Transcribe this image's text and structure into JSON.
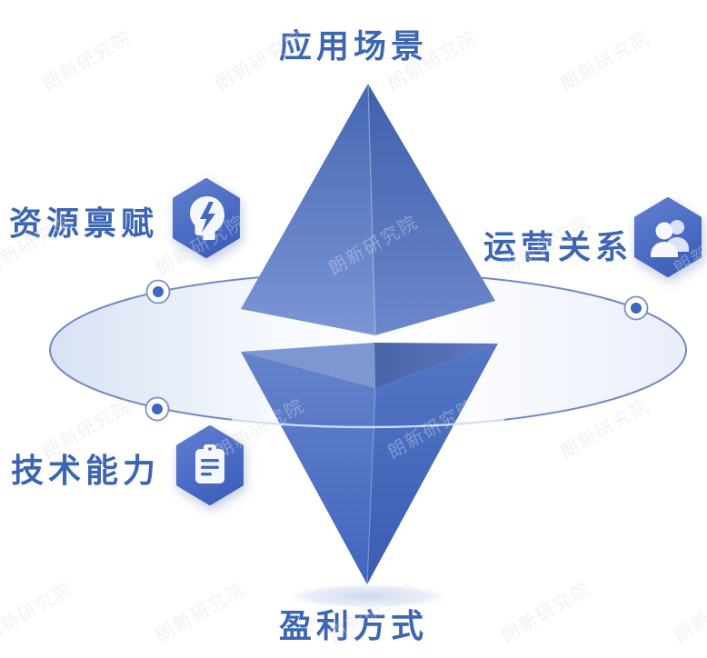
{
  "diagram": {
    "watermark_text": "朗新研究院",
    "nodes": [
      {
        "position": "top",
        "label": "应用场景",
        "icon": null
      },
      {
        "position": "left-upper",
        "label": "资源禀赋",
        "icon": "head-lightning-icon"
      },
      {
        "position": "right-upper",
        "label": "运营关系",
        "icon": "people-group-icon"
      },
      {
        "position": "left-lower",
        "label": "技术能力",
        "icon": "clipboard-icon"
      },
      {
        "position": "bottom",
        "label": "盈利方式",
        "icon": null
      }
    ],
    "colors": {
      "label_text": "#3C65B4",
      "hexagon_top": "#617FD0",
      "hexagon_bottom": "#3F61BC",
      "pyramid_light": "#7E97D4",
      "pyramid_dark": "#3E61B4",
      "orbit_stroke": "#7289C8",
      "orbit_fill_left": "#D5DFF3"
    }
  }
}
